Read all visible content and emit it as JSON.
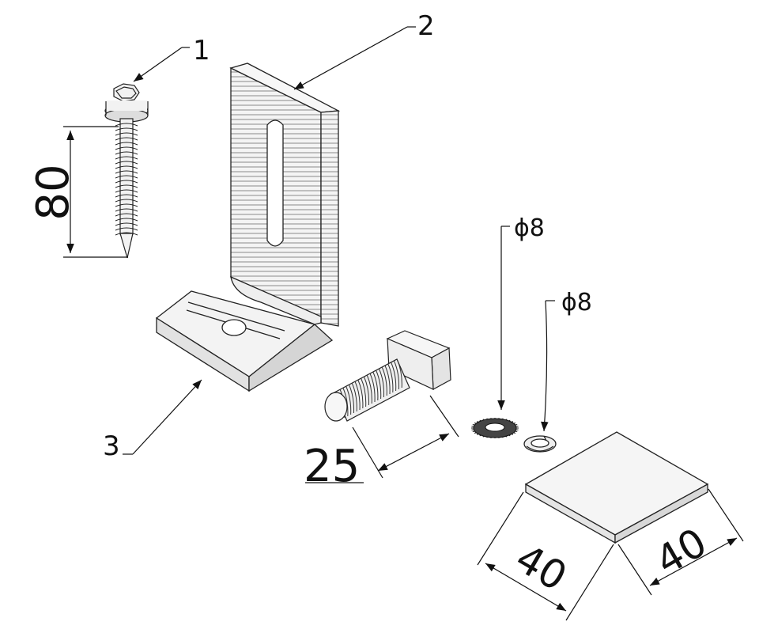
{
  "callouts": {
    "one": "1",
    "two": "2",
    "three": "3"
  },
  "dimensions": {
    "screw_length": "80",
    "bolt_length": "25",
    "washer_diameter": "ϕ8",
    "spring_washer_diameter": "ϕ8",
    "pad_width": "40",
    "pad_depth": "40"
  },
  "colors": {
    "line": "#222222",
    "body": "#f2f2f2",
    "shade": "#d9d9d9"
  }
}
